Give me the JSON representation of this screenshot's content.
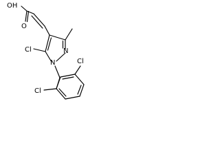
{
  "molecule": {
    "atoms": {
      "oh": "OH",
      "o": "O",
      "cl_ring": "Cl",
      "n1": "N",
      "n2": "N",
      "cl_benzyl_top": "Cl",
      "cl_benzyl_bottom": "Cl"
    }
  }
}
